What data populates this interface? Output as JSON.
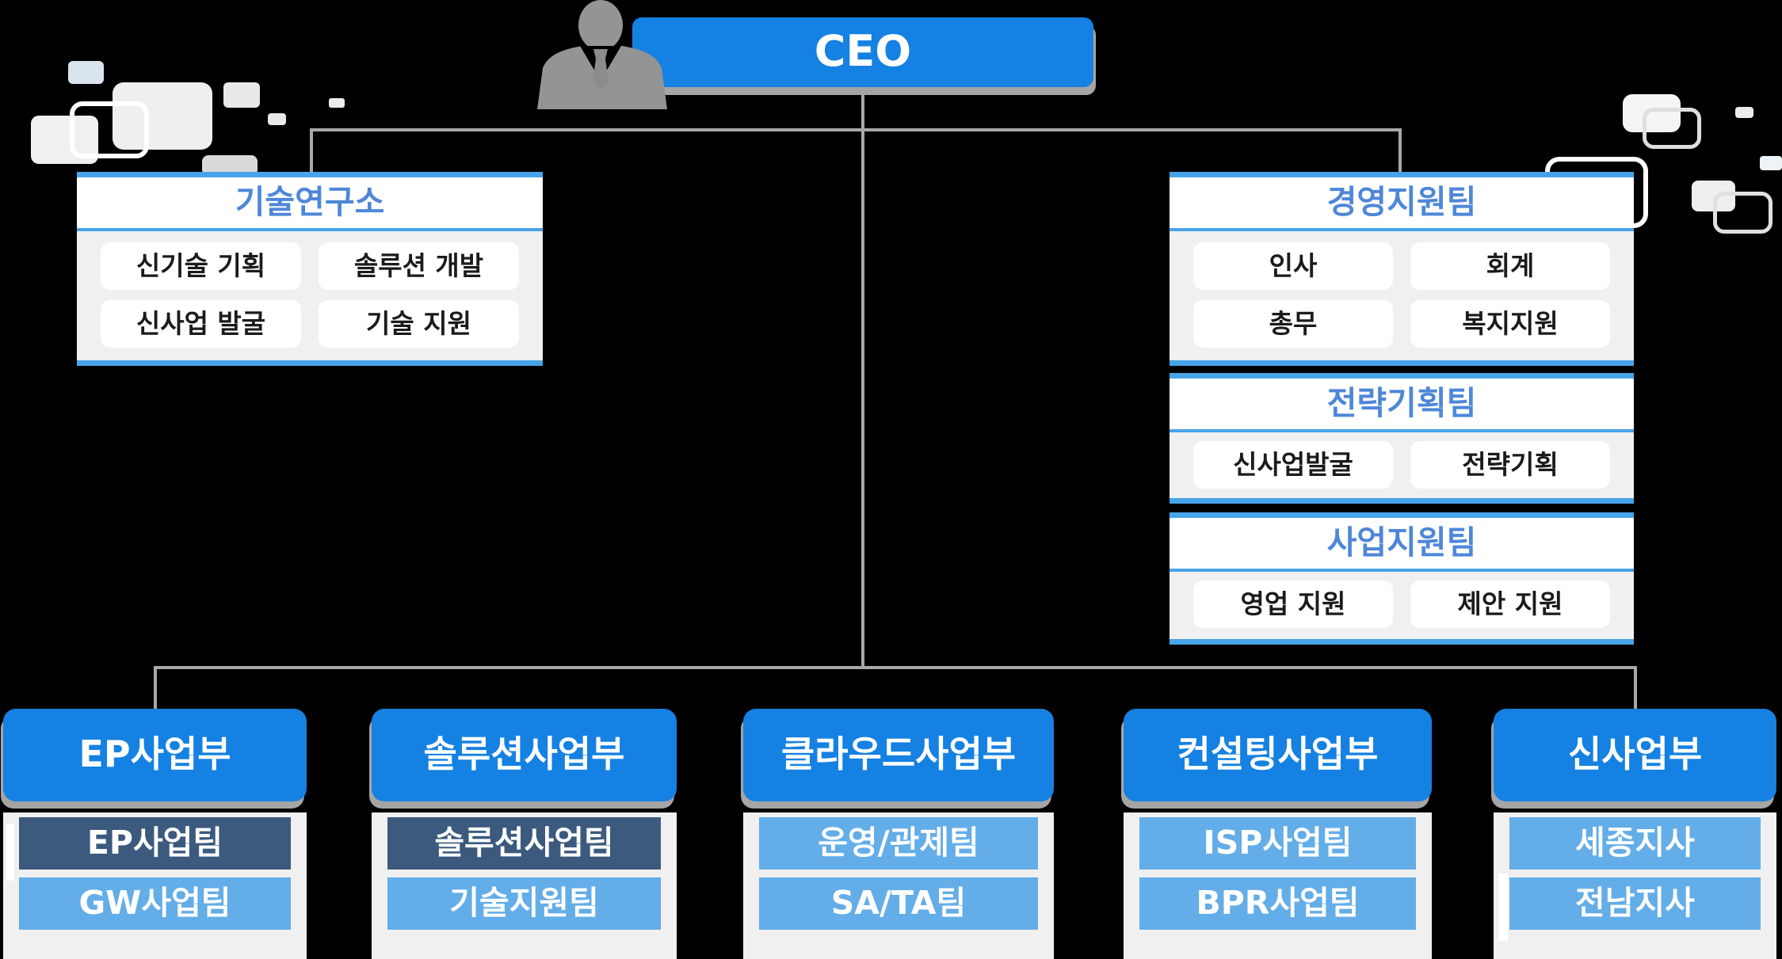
{
  "ceo": {
    "label": "CEO"
  },
  "departments": {
    "research": {
      "title": "기술연구소",
      "items": [
        "신기술 기획",
        "솔루션 개발",
        "신사업 발굴",
        "기술 지원"
      ]
    },
    "management": {
      "title": "경영지원팀",
      "items": [
        "인사",
        "회계",
        "총무",
        "복지지원"
      ]
    },
    "strategy": {
      "title": "전략기획팀",
      "items": [
        "신사업발굴",
        "전략기획"
      ]
    },
    "bizsupport": {
      "title": "사업지원팀",
      "items": [
        "영업 지원",
        "제안 지원"
      ]
    }
  },
  "divisions": [
    {
      "title": "EP사업부",
      "teams": [
        "EP사업팀",
        "GW사업팀"
      ],
      "team_styles": [
        "dark",
        "light"
      ]
    },
    {
      "title": "솔루션사업부",
      "teams": [
        "솔루션사업팀",
        "기술지원팀"
      ],
      "team_styles": [
        "dark",
        "light"
      ]
    },
    {
      "title": "클라우드사업부",
      "teams": [
        "운영/관제팀",
        "SA/TA팀"
      ],
      "team_styles": [
        "light",
        "light"
      ]
    },
    {
      "title": "컨설팅사업부",
      "teams": [
        "ISP사업팀",
        "BPR사업팀"
      ],
      "team_styles": [
        "light",
        "light"
      ]
    },
    {
      "title": "신사업부",
      "teams": [
        "세종지사",
        "전남지사"
      ],
      "team_styles": [
        "light",
        "light"
      ]
    }
  ],
  "icons": {
    "person": "businessman-icon"
  },
  "colors": {
    "background": "#000000",
    "primary_blue": "#1581e2",
    "border_blue": "#47a4e8",
    "title_blue": "#4e87d8",
    "team_dark": "#3b5a7d",
    "team_light": "#63ade8",
    "panel_gray": "#f0f0f0",
    "pill_white": "#ffffff",
    "connector_gray": "#a8a8a8",
    "shadow_gray": "#a5a5a5",
    "person_gray": "#949494"
  }
}
